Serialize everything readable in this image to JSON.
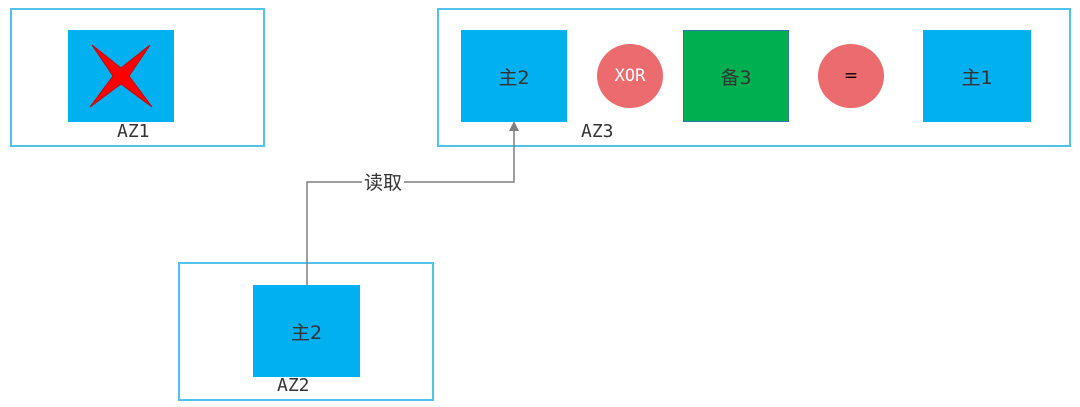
{
  "colors": {
    "zone_border": "#4fc3e9",
    "primary_block": "#00b0f0",
    "backup_block": "#00b050",
    "operator_circle": "#ec6b6e",
    "failure_mark": "#ff0000",
    "connector": "#7f7f7f"
  },
  "az1": {
    "label": "AZ1",
    "failed_block": {
      "icon": "failure-x-icon"
    }
  },
  "az3": {
    "label": "AZ3",
    "blocks": {
      "primary_2": "主2",
      "xor_op": "XOR",
      "backup_3": "备3",
      "equals_op": "=",
      "primary_1": "主1"
    }
  },
  "az2": {
    "label": "AZ2",
    "block": "主2"
  },
  "connector": {
    "label": "读取"
  }
}
